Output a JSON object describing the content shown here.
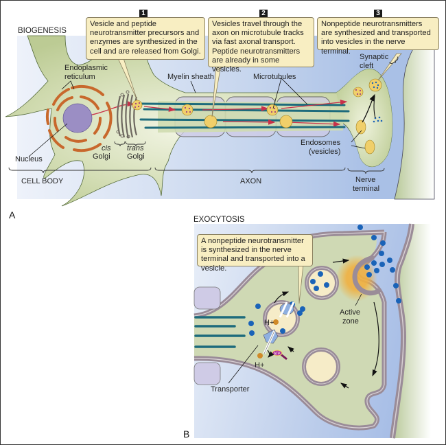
{
  "panels": {
    "a": {
      "letter": "A",
      "title": "BIOGENESIS"
    },
    "b": {
      "letter": "B",
      "title": "EXOCYTOSIS"
    }
  },
  "steps": [
    {
      "number": "1",
      "text": "Vesicle and peptide neurotransmitter precursors and enzymes are synthesized in the cell and are released from Golgi."
    },
    {
      "number": "2",
      "text": "Vesicles travel through the axon on microtubule tracks via fast axonal transport. Peptide neurotransmitters are already in some vesicles."
    },
    {
      "number": "3",
      "text": "Nonpeptide neurotransmitters are synthesized and transported into vesicles in the nerve terminal."
    }
  ],
  "exocytosis_callout": {
    "text": "A nonpeptide neurotransmitter is synthesized in the nerve terminal and transported into a vesicle."
  },
  "labels": {
    "endoplasmic_reticulum": [
      "Endoplasmic",
      "reticulum"
    ],
    "nucleus": "Nucleus",
    "cis_golgi": [
      "cis",
      "Golgi"
    ],
    "trans_golgi": [
      "trans",
      "Golgi"
    ],
    "myelin_sheath": "Myelin sheath",
    "microtubules": "Microtubules",
    "synaptic_cleft": [
      "Synaptic",
      "cleft"
    ],
    "endosomes": [
      "Endosomes",
      "(vesicles)"
    ],
    "active_zone": [
      "Active",
      "zone"
    ],
    "transporter": "Transporter",
    "h_plus": "H+",
    "atp": "ATP"
  },
  "regions": {
    "cell_body": "CELL BODY",
    "axon": "AXON",
    "nerve_terminal": [
      "Nerve",
      "terminal"
    ]
  },
  "colors": {
    "cell_green": "#c9d6a8",
    "background_blue": "#b8cbe8",
    "nucleus_purple": "#9b8ec4",
    "er_orange": "#c8682c",
    "microtubule_teal": "#1d6b7c",
    "vesicle_yellow": "#f0cf6a",
    "transport_red": "#c8304a",
    "neurotransmitter_blue": "#1a63b8",
    "membrane_gray": "#9a8c98",
    "callout_fill": "#f8eec2"
  }
}
